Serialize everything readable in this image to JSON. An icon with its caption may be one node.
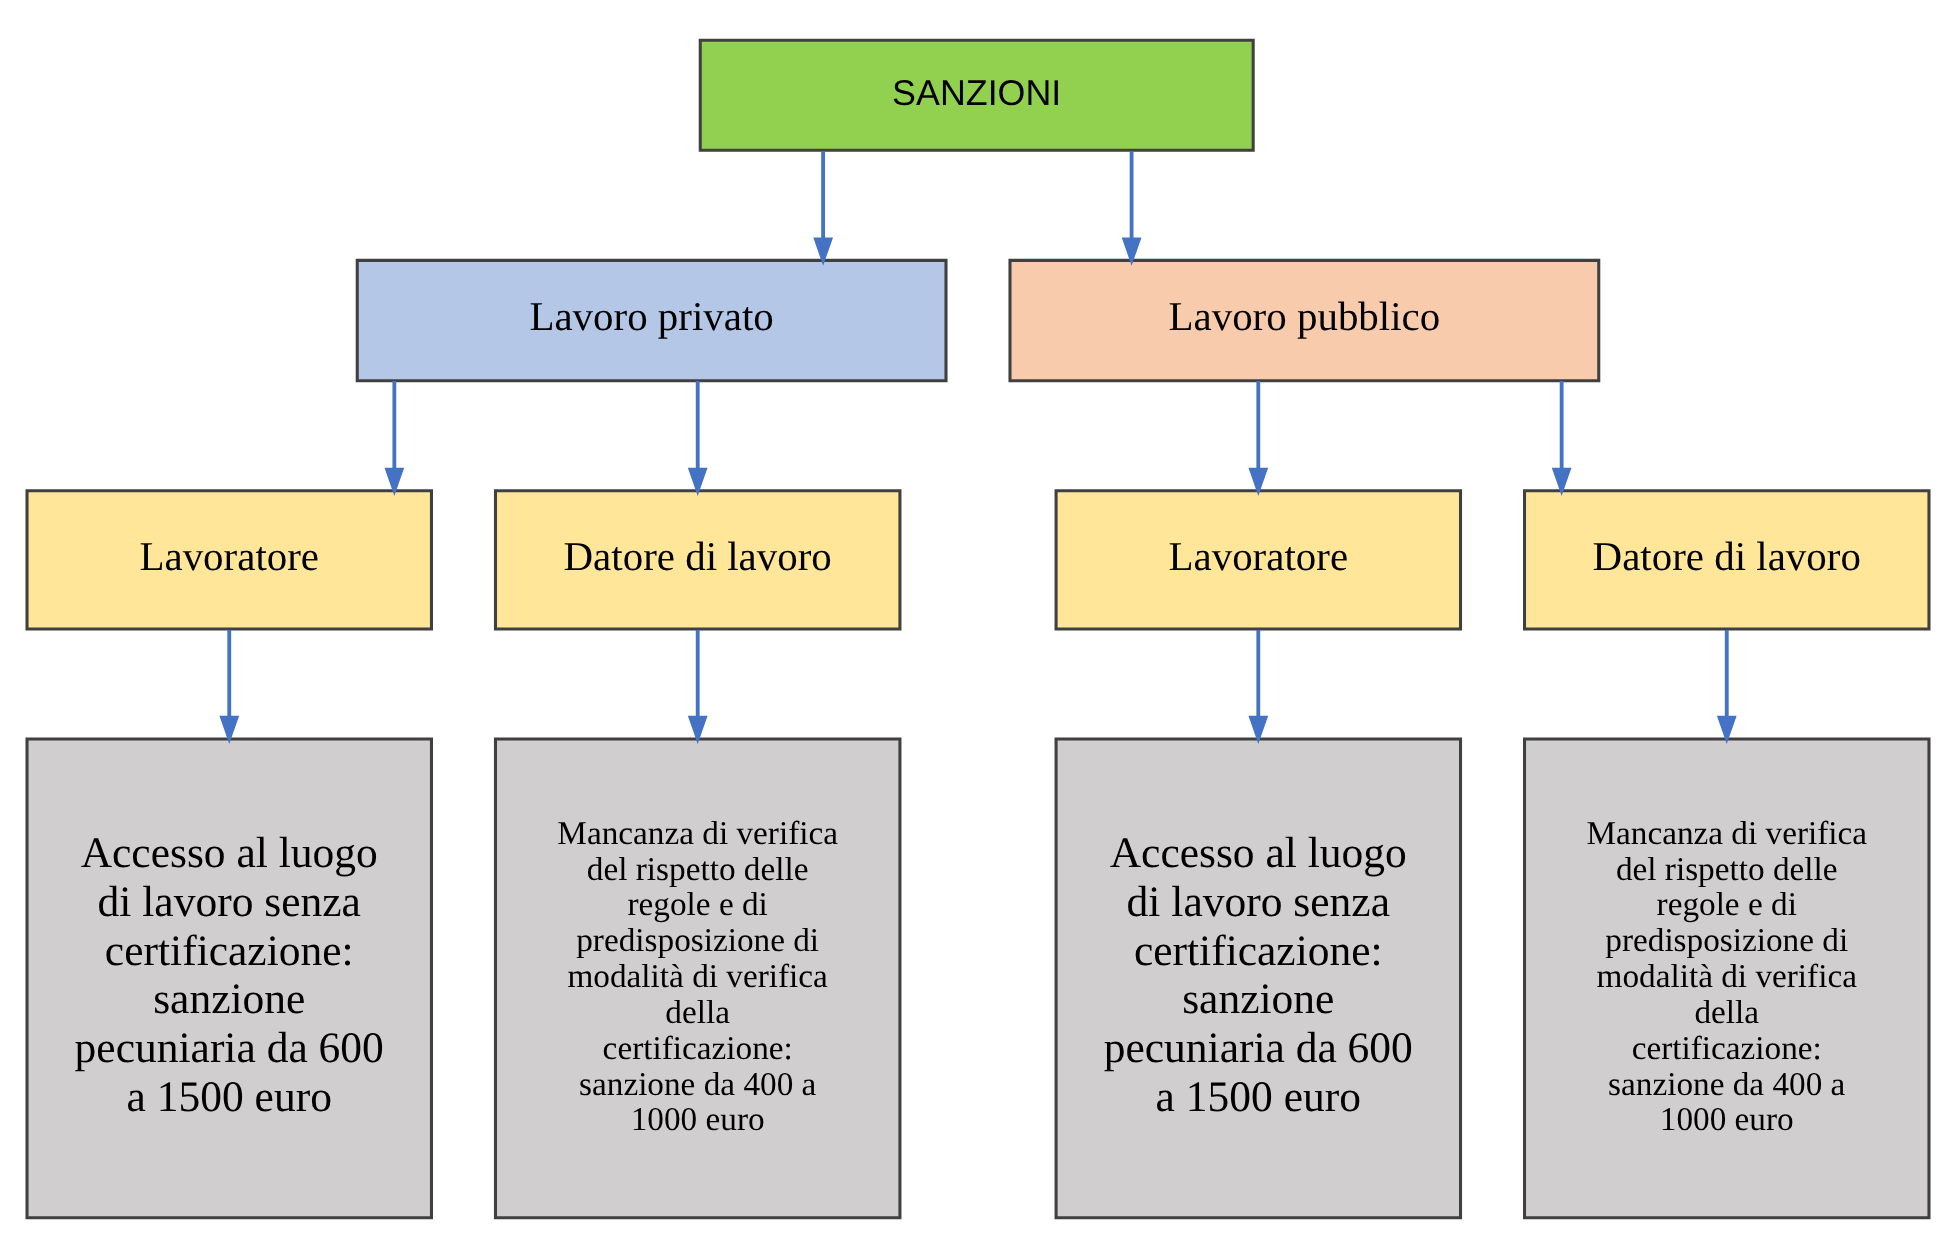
{
  "diagram": {
    "nodes": [
      {
        "text": [
          "SANZIONI"
        ]
      },
      {
        "text": [
          "Lavoro privato"
        ]
      },
      {
        "text": [
          "Lavoro pubblico"
        ]
      },
      {
        "text": [
          "Lavoratore"
        ]
      },
      {
        "text": [
          "Datore di lavoro"
        ]
      },
      {
        "text": [
          "Lavoratore"
        ]
      },
      {
        "text": [
          "Datore di lavoro"
        ]
      },
      {
        "text": [
          "Accesso al luogo di lavoro senza certificazione: sanzione pecuniaria da 600 a 1500 euro"
        ]
      },
      {
        "text": [
          "Mancanza di verifica del rispetto delle regole e di predisposizione di modalità di verifica della certificazione: sanzione da 400 a 1000 euro"
        ]
      },
      {
        "text": [
          "Accesso al luogo di lavoro senza certificazione: sanzione pecuniaria da 600 a 1500 euro"
        ]
      },
      {
        "text": [
          "Mancanza di verifica del rispetto delle regole e di predisposizione di modalità di verifica della certificazione: sanzione da 400 a 1000 euro"
        ]
      }
    ],
    "edges": [
      {
        "from": 0,
        "to": 1,
        "arrow": "to"
      },
      {
        "from": 0,
        "to": 2,
        "arrow": "to"
      },
      {
        "from": 1,
        "to": 3,
        "arrow": "to"
      },
      {
        "from": 1,
        "to": 4,
        "arrow": "to"
      },
      {
        "from": 2,
        "to": 5,
        "arrow": "to"
      },
      {
        "from": 2,
        "to": 6,
        "arrow": "to"
      },
      {
        "from": 3,
        "to": 7,
        "arrow": "to"
      },
      {
        "from": 4,
        "to": 8,
        "arrow": "to"
      },
      {
        "from": 5,
        "to": 9,
        "arrow": "to"
      },
      {
        "from": 6,
        "to": 10,
        "arrow": "to"
      }
    ]
  }
}
